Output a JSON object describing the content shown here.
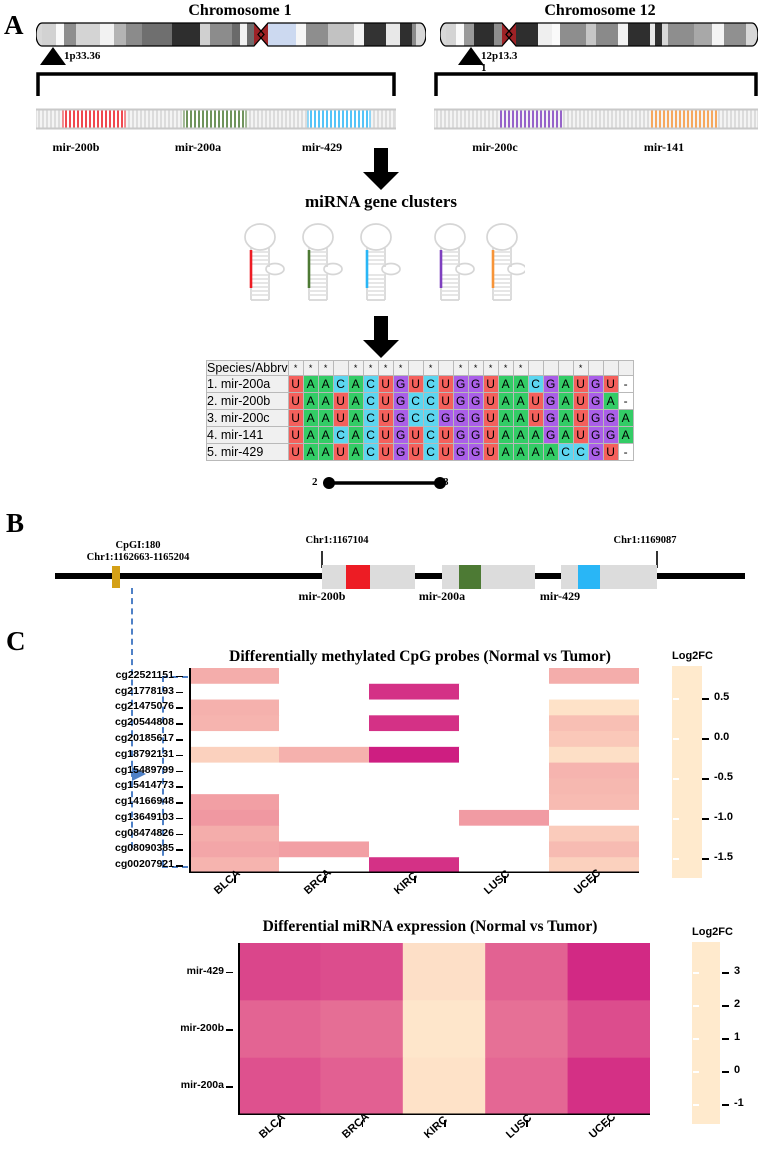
{
  "panels": {
    "a": "A",
    "b": "B",
    "c": "C"
  },
  "panelA": {
    "chromosomes": [
      {
        "title": "Chromosome 1",
        "band": "1p33.36",
        "band_sub": "",
        "genes": [
          {
            "name": "mir-200b",
            "color": "#ed1c24"
          },
          {
            "name": "mir-200a",
            "color": "#4d7a34"
          },
          {
            "name": "mir-429",
            "color": "#29b6f6"
          }
        ]
      },
      {
        "title": "Chromosome 12",
        "band": "12p13.3",
        "band_sub": "1",
        "genes": [
          {
            "name": "mir-200c",
            "color": "#7e3fbf"
          },
          {
            "name": "mir-141",
            "color": "#f79438"
          }
        ]
      }
    ],
    "cluster_title": "miRNA gene clusters",
    "hairpin_colors": [
      "#ed1c24",
      "#4d7a34",
      "#29b6f6",
      "#7e3fbf",
      "#f79438"
    ]
  },
  "alignment": {
    "header": "Species/Abbrv",
    "conserved_marks": [
      true,
      true,
      true,
      false,
      true,
      true,
      true,
      true,
      false,
      true,
      false,
      true,
      true,
      true,
      true,
      true,
      false,
      false,
      false,
      true,
      false
    ],
    "rows": [
      {
        "name": "1. mir-200a",
        "seq": "UAACACUGUCUGGUAACGAUGU-"
      },
      {
        "name": "2. mir-200b",
        "seq": "UAAUACUGCCUGGUAAUGAUGA-"
      },
      {
        "name": "3. mir-200c",
        "seq": "UAAUACUGCCGGGUAAUGAUGGA"
      },
      {
        "name": "4. mir-141",
        "seq": "UAACACUGUCUGGUAAAGAUGGA"
      },
      {
        "name": "5. mir-429",
        "seq": "UAAUACUGUCUGGUAAAACCGU-"
      }
    ],
    "seed_start": "2",
    "seed_end": "8",
    "base_colors": {
      "U": "#f4605c",
      "A": "#33cc66",
      "C": "#5cd6f0",
      "G": "#aa5fe8",
      "-": "#ffffff"
    }
  },
  "panelB": {
    "cpgi_line1": "CpGI:180",
    "cpgi_line2": "Chr1:1162663-1165204",
    "coord_left": "Chr1:1167104",
    "coord_right": "Chr1:1169087",
    "genes": [
      {
        "name": "mir-200b",
        "color": "#ed1c24"
      },
      {
        "name": "mir-200a",
        "color": "#4d7a34"
      },
      {
        "name": "mir-429",
        "color": "#29b6f6"
      }
    ],
    "cpgi_color": "#d4a017"
  },
  "chart_data": [
    {
      "type": "heatmap",
      "title": "Differentially methylated CpG probes (Normal vs Tumor)",
      "xlabel": "",
      "ylabel": "",
      "legend_title": "Log2FC",
      "legend_position": "right",
      "grid": false,
      "categories": [
        "BLCA",
        "BRCA",
        "KIRC",
        "LUSC",
        "UCEC"
      ],
      "rows": [
        "cg22521151",
        "cg21778193",
        "cg21475076",
        "cg20544808",
        "cg20185617",
        "cg18792131",
        "cg15489799",
        "cg15414773",
        "cg14166948",
        "cg13649103",
        "cg08474826",
        "cg08090385",
        "cg00207921"
      ],
      "colorbar_ticks": [
        0.5,
        0.0,
        -0.5,
        -1.0,
        -1.5
      ],
      "colorbar_tick_labels": [
        "0.5",
        "0.0",
        "-0.5",
        "-1.0",
        "-1.5"
      ],
      "zlim": [
        -1.75,
        0.9
      ],
      "values": [
        [
          -0.75,
          null,
          null,
          null,
          -0.75
        ],
        [
          null,
          null,
          0.6,
          null,
          null
        ],
        [
          -0.8,
          null,
          null,
          null,
          -1.6
        ],
        [
          -0.85,
          null,
          0.6,
          null,
          -1.0
        ],
        [
          null,
          null,
          null,
          null,
          -1.15
        ],
        [
          -1.3,
          -0.8,
          0.8,
          null,
          -1.55
        ],
        [
          null,
          null,
          null,
          null,
          -0.85
        ],
        [
          null,
          null,
          null,
          null,
          -0.9
        ],
        [
          -0.55,
          null,
          null,
          null,
          -0.95
        ],
        [
          -0.45,
          null,
          null,
          -0.5,
          null
        ],
        [
          -0.75,
          null,
          null,
          null,
          -1.2
        ],
        [
          -0.65,
          -0.55,
          null,
          null,
          -0.95
        ],
        [
          -0.85,
          null,
          0.6,
          null,
          -1.3
        ]
      ]
    },
    {
      "type": "heatmap",
      "title": "Differential miRNA expression (Normal vs Tumor)",
      "xlabel": "",
      "ylabel": "",
      "legend_title": "Log2FC",
      "legend_position": "right",
      "grid": false,
      "categories": [
        "BLCA",
        "BRCA",
        "KIRC",
        "LUSC",
        "UCEC"
      ],
      "rows": [
        "mir-429",
        "mir-200b",
        "mir-200a"
      ],
      "colorbar_ticks": [
        3,
        2,
        1,
        0,
        -1
      ],
      "colorbar_tick_labels": [
        "3",
        "2",
        "1",
        "0",
        "-1"
      ],
      "zlim": [
        -1.6,
        3.9
      ],
      "values": [
        [
          2.85,
          2.7,
          -1.2,
          2.25,
          3.45
        ],
        [
          2.2,
          2.0,
          -1.45,
          1.95,
          2.7
        ],
        [
          2.6,
          2.3,
          -1.3,
          2.15,
          3.3
        ]
      ]
    }
  ]
}
